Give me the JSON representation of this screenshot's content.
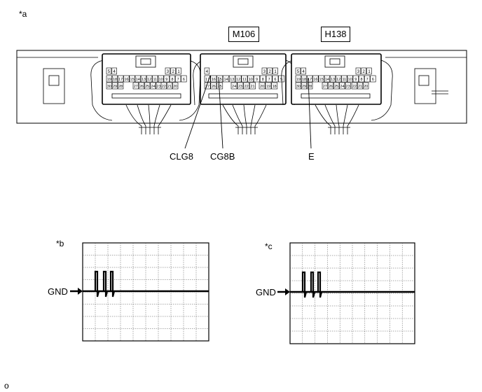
{
  "figure_a": {
    "label": "*a",
    "connector_tags": [
      "M106",
      "H138"
    ],
    "connector_1": {
      "top_pins": [
        "5",
        "4",
        "3",
        "2",
        "1"
      ],
      "mid_pins": [
        "19",
        "18",
        "17",
        "16",
        "15",
        "14",
        "13",
        "12",
        "11",
        "10",
        "9",
        "8",
        "7",
        "6"
      ],
      "bot_pins": [
        "30",
        "29",
        "28",
        "27",
        "26",
        "25",
        "24",
        "23",
        "22",
        "21",
        "20"
      ]
    },
    "connector_2": {
      "top_pins": [
        "4",
        "3",
        "2",
        "1"
      ],
      "mid_pins": [
        "17",
        "16",
        "15",
        "14",
        "13",
        "12",
        "11",
        "10",
        "9",
        "8",
        "7",
        "6",
        "5"
      ],
      "bot_pins": [
        "27",
        "26",
        "25",
        "24",
        "23",
        "22",
        "21",
        "20",
        "19",
        "18"
      ]
    },
    "connector_3": {
      "top_pins": [
        "5",
        "4",
        "3",
        "2",
        "1"
      ],
      "mid_pins": [
        "19",
        "18",
        "17",
        "16",
        "15",
        "14",
        "13",
        "12",
        "11",
        "10",
        "9",
        "8",
        "7",
        "6"
      ],
      "bot_pins": [
        "30",
        "29",
        "28",
        "27",
        "26",
        "25",
        "24",
        "23",
        "22",
        "21",
        "20"
      ]
    },
    "callouts": [
      "CLG8",
      "CG8B",
      "E"
    ]
  },
  "figure_b": {
    "label": "*b",
    "arrow_label": "GND"
  },
  "figure_c": {
    "label": "*c",
    "arrow_label": "GND"
  },
  "footer": {
    "text": "o"
  }
}
